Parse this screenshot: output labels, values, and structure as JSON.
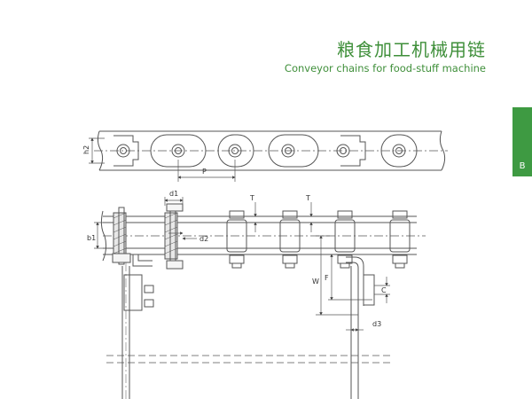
{
  "header": {
    "title_cn": "粮食加工机械用链",
    "title_en": "Conveyor chains for food-stuff machine"
  },
  "section_tab": {
    "letter": "B"
  },
  "colors": {
    "accent": "#3f8f3a",
    "tab": "#3e9a42",
    "line": "#555555"
  },
  "top_view": {
    "dims": {
      "h2": "h2",
      "p": "P"
    }
  },
  "side_view": {
    "dims": {
      "d1": "d1",
      "d2": "d2",
      "b1": "b1",
      "t_left": "T",
      "t_right": "T",
      "w": "W",
      "f": "F",
      "c": "C",
      "d3": "d3"
    }
  }
}
